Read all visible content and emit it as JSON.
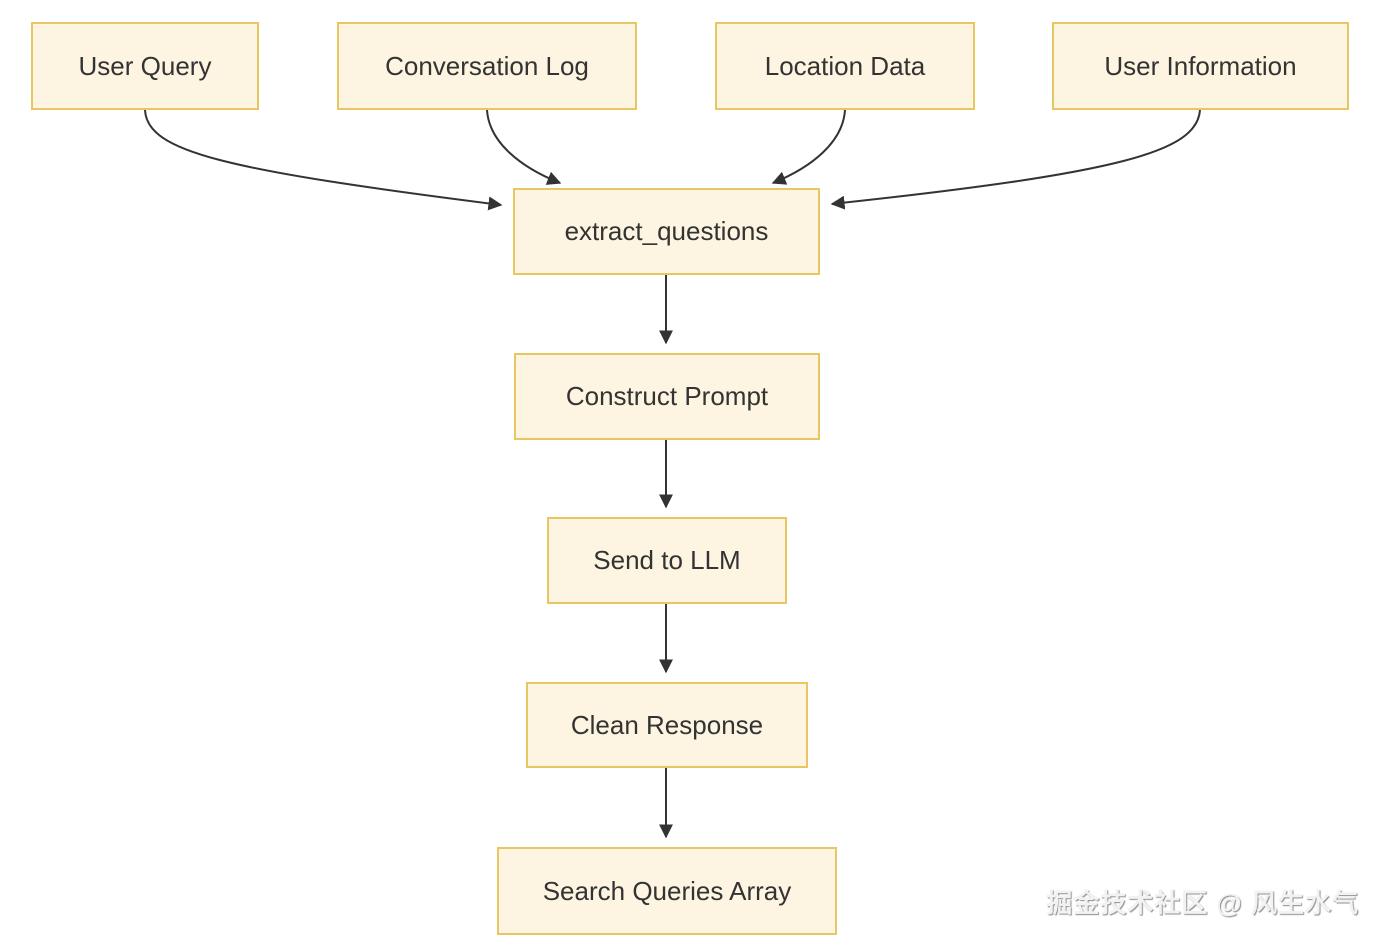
{
  "diagram": {
    "type": "flowchart",
    "direction": "top-down",
    "nodes": {
      "user_query": "User Query",
      "conversation_log": "Conversation Log",
      "location_data": "Location Data",
      "user_information": "User Information",
      "extract_questions": "extract_questions",
      "construct_prompt": "Construct Prompt",
      "send_to_llm": "Send to LLM",
      "clean_response": "Clean Response",
      "search_queries_array": "Search Queries Array"
    },
    "edges": [
      {
        "from": "User Query",
        "to": "extract_questions"
      },
      {
        "from": "Conversation Log",
        "to": "extract_questions"
      },
      {
        "from": "Location Data",
        "to": "extract_questions"
      },
      {
        "from": "User Information",
        "to": "extract_questions"
      },
      {
        "from": "extract_questions",
        "to": "Construct Prompt"
      },
      {
        "from": "Construct Prompt",
        "to": "Send to LLM"
      },
      {
        "from": "Send to LLM",
        "to": "Clean Response"
      },
      {
        "from": "Clean Response",
        "to": "Search Queries Array"
      }
    ],
    "colors": {
      "node_fill": "#fdf5e1",
      "node_border": "#e8c661",
      "edge_stroke": "#333333",
      "text": "#333333",
      "background": "#ffffff"
    }
  },
  "watermark": {
    "text": "掘金技术社区 @ 风生水气"
  }
}
